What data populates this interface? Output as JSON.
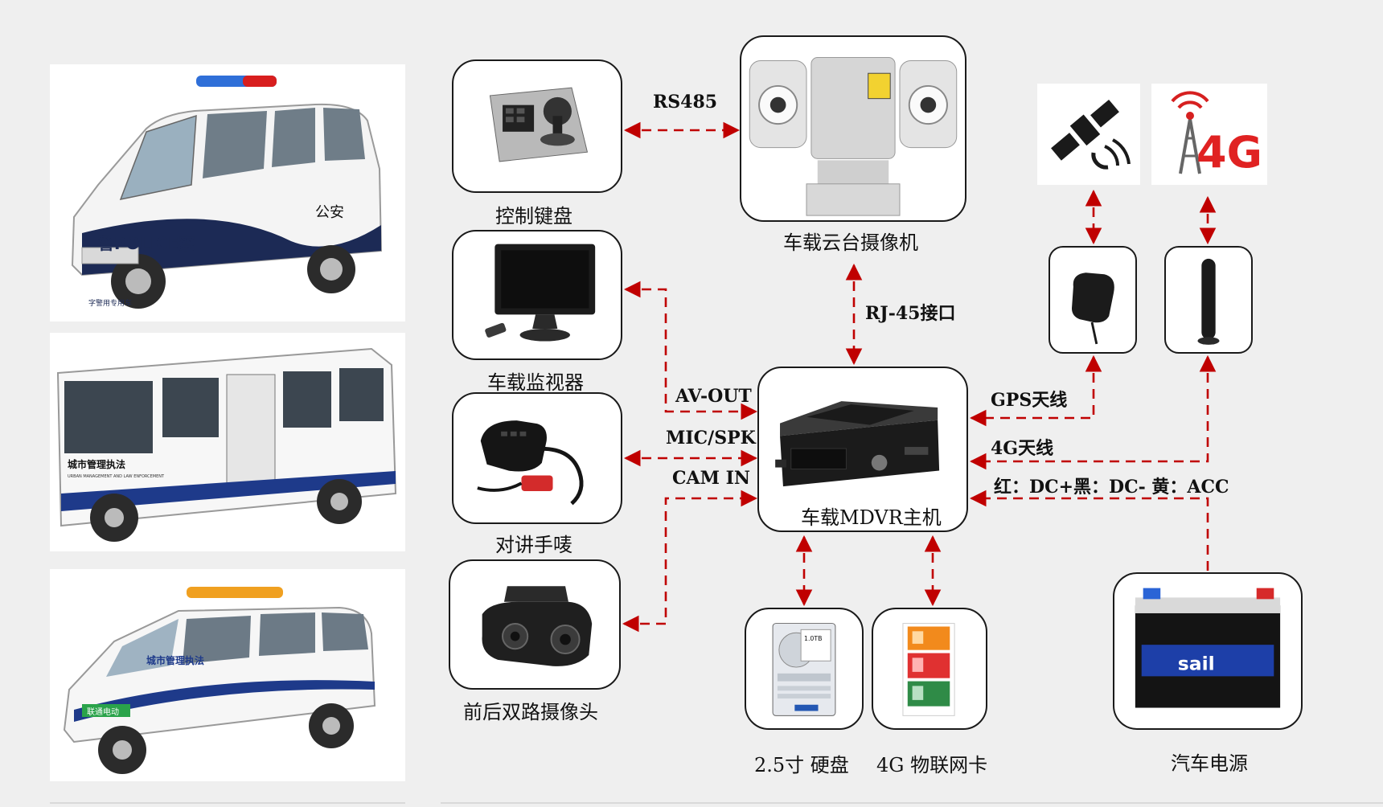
{
  "colors": {
    "link": "#c00000",
    "box_border": "#1a1a1a",
    "background": "#efefef"
  },
  "vehicles": {
    "police_van": {
      "body_text": "警POLICE察",
      "side_text": "公安",
      "plate_text": "字警用专用车"
    },
    "bus": {
      "side_text": "城市管理执法",
      "sub_text": "URBAN MANAGEMENT AND LAW ENFORCEMENT"
    },
    "small_van": {
      "side_text": "城市管理执法",
      "plate_text": "联通电动"
    }
  },
  "devices": {
    "keyboard": {
      "label": "控制键盘",
      "icon": "joystick-keyboard-icon"
    },
    "ptz_camera": {
      "label": "车载云台摄像机",
      "icon": "ptz-camera-icon"
    },
    "monitor": {
      "label": "车载监视器",
      "icon": "monitor-icon"
    },
    "handset": {
      "label": "对讲手唛",
      "icon": "microphone-icon"
    },
    "dual_camera": {
      "label": "前后双路摄像头",
      "icon": "dual-camera-icon"
    },
    "mdvr": {
      "label": "车载MDVR主机",
      "icon": "dvr-icon"
    },
    "hdd": {
      "label": "2.5寸 硬盘",
      "icon": "hard-disk-icon",
      "sticker": "1.0TB"
    },
    "sim": {
      "label": "4G 物联网卡",
      "icon": "sim-card-icon"
    },
    "battery": {
      "label": "汽车电源",
      "icon": "battery-icon",
      "brand": "sail"
    },
    "satellite": {
      "icon": "satellite-icon"
    },
    "tower_4g": {
      "icon": "4g-tower-icon",
      "text": "4G"
    },
    "gps_antenna": {
      "icon": "gps-antenna-icon"
    },
    "antenna_4g": {
      "icon": "4g-antenna-icon"
    }
  },
  "connections": {
    "rs485": "RS485",
    "rj45": "RJ-45接口",
    "av_out": "AV-OUT",
    "mic_spk": "MIC/SPK",
    "cam_in": "CAM IN",
    "gps_antenna": "GPS天线",
    "antenna_4g": "4G天线",
    "power": "红：DC+黑：DC-  黄：ACC"
  }
}
